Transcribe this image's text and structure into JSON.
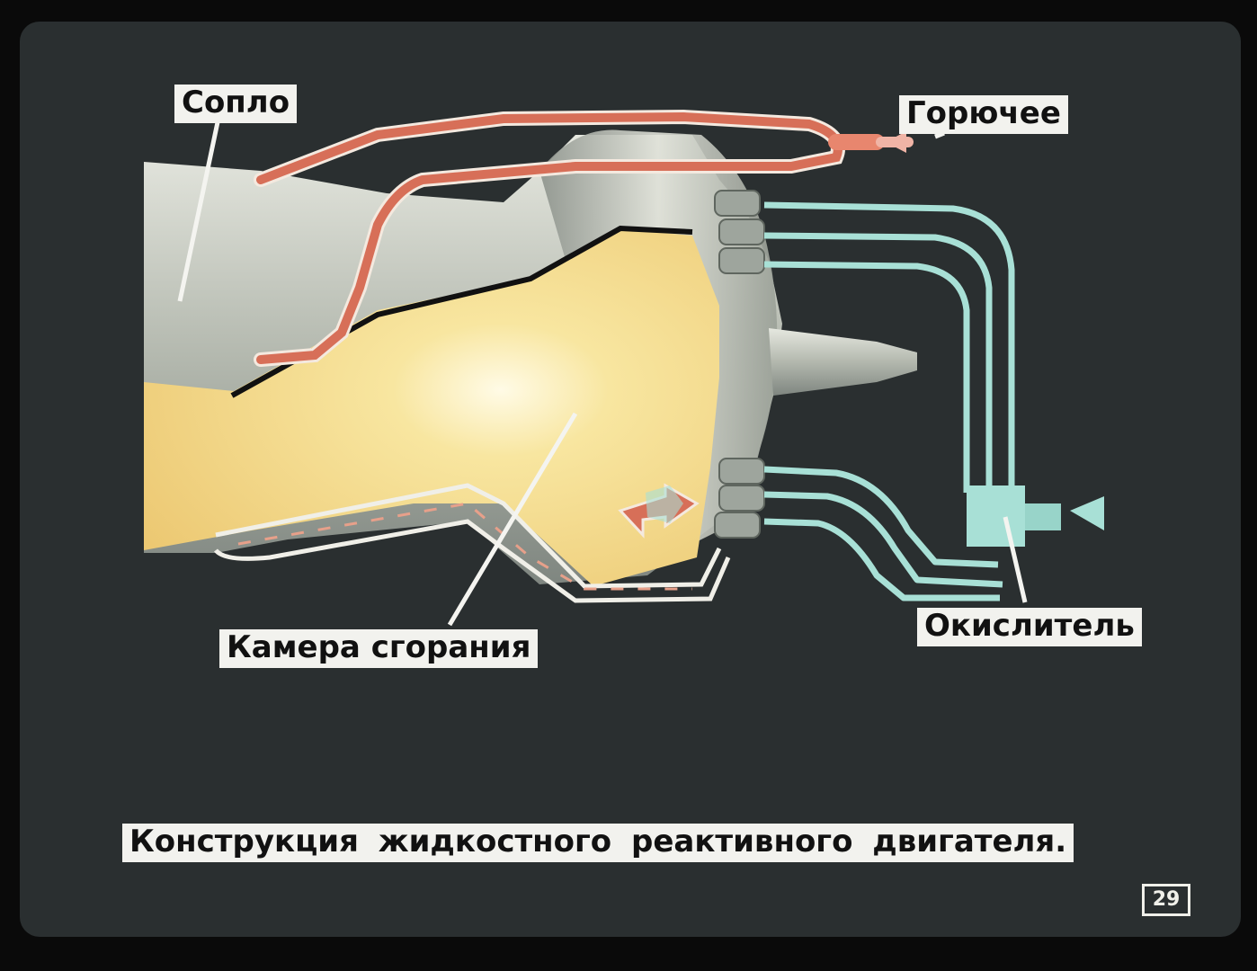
{
  "labels": {
    "nozzle": "Сопло",
    "fuel": "Горючее",
    "combustion_chamber": "Камера сгорания",
    "oxidizer": "Окислитель"
  },
  "caption": "Конструкция жидкостного реактивного двигателя.",
  "frame_number": "29",
  "colors": {
    "background": "#2a2f30",
    "fuel_pipe": "#d9735a",
    "oxidizer_pipe": "#a8e0d6",
    "flame": "#f3d98a",
    "metal": "#b9bdb2"
  }
}
